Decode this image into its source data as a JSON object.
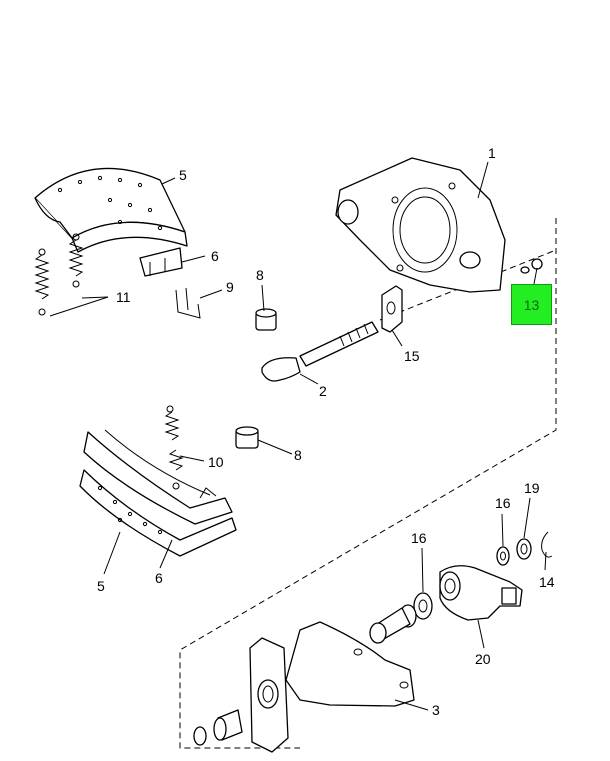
{
  "diagram": {
    "callouts": {
      "c1": "1",
      "c2": "2",
      "c3": "3",
      "c5a": "5",
      "c5b": "5",
      "c6a": "6",
      "c6b": "6",
      "c8a": "8",
      "c8b": "8",
      "c9": "9",
      "c10": "10",
      "c11": "11",
      "c14": "14",
      "c15": "15",
      "c16a": "16",
      "c16b": "16",
      "c19": "19",
      "c20": "20"
    },
    "highlighted": {
      "label": "13",
      "color": "#22ee22"
    }
  }
}
